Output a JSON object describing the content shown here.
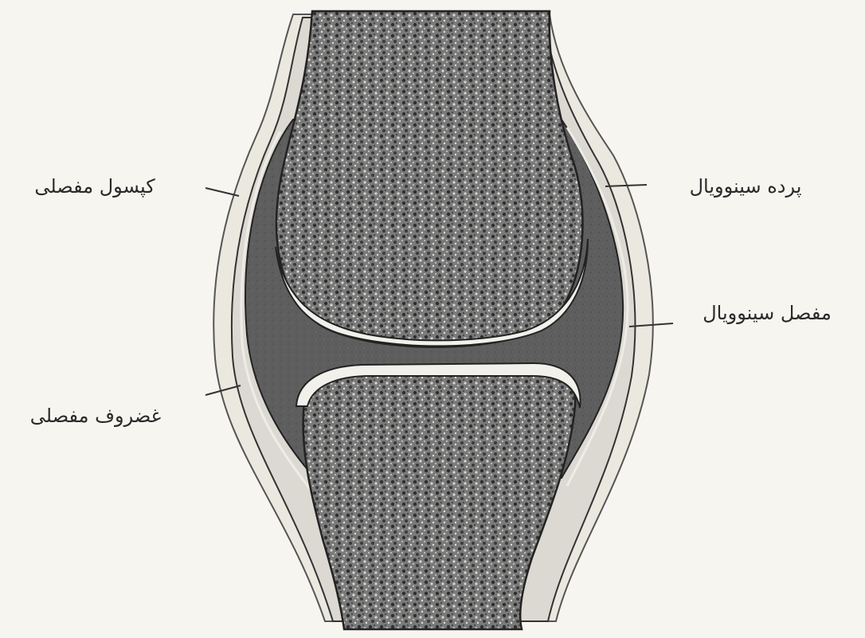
{
  "diagram": {
    "labels": {
      "articular_capsule": "کپسول مفصلی",
      "articular_cartilage": "غضروف مفصلی",
      "synovial_membrane": "پرده سینوویال",
      "synovial_joint": "مفصل سینوویال"
    },
    "colors": {
      "paper": "#f7f5f0",
      "ink": "#2a2a2a",
      "bone_fill": "#6a6a6a",
      "cavity_fill": "#5e5e5e",
      "cartilage_fill": "#f2f0ea"
    }
  }
}
